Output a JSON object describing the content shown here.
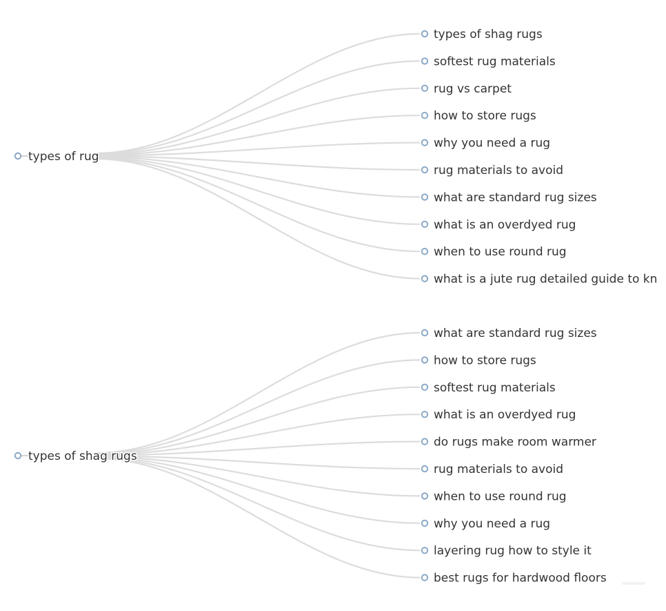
{
  "trees": [
    {
      "root": "types of rug",
      "children": [
        "types of shag rugs",
        "softest rug materials",
        "rug vs carpet",
        "how to store rugs",
        "why you need a rug",
        "rug materials to avoid",
        "what are standard rug sizes",
        "what is an overdyed rug",
        "when to use round rug",
        "what is a jute rug detailed guide to kn"
      ]
    },
    {
      "root": "types of shag rugs",
      "children": [
        "what are standard rug sizes",
        "how to store rugs",
        "softest rug materials",
        "what is an overdyed rug",
        "do rugs make room warmer",
        "rug materials to avoid",
        "when to use round rug",
        "why you need a rug",
        "layering rug how to style it",
        "best rugs for hardwood floors"
      ]
    }
  ],
  "colors": {
    "link": "#dcdcdc",
    "node_stroke": "#8aa8c6",
    "text": "#333333",
    "background": "#ffffff"
  }
}
